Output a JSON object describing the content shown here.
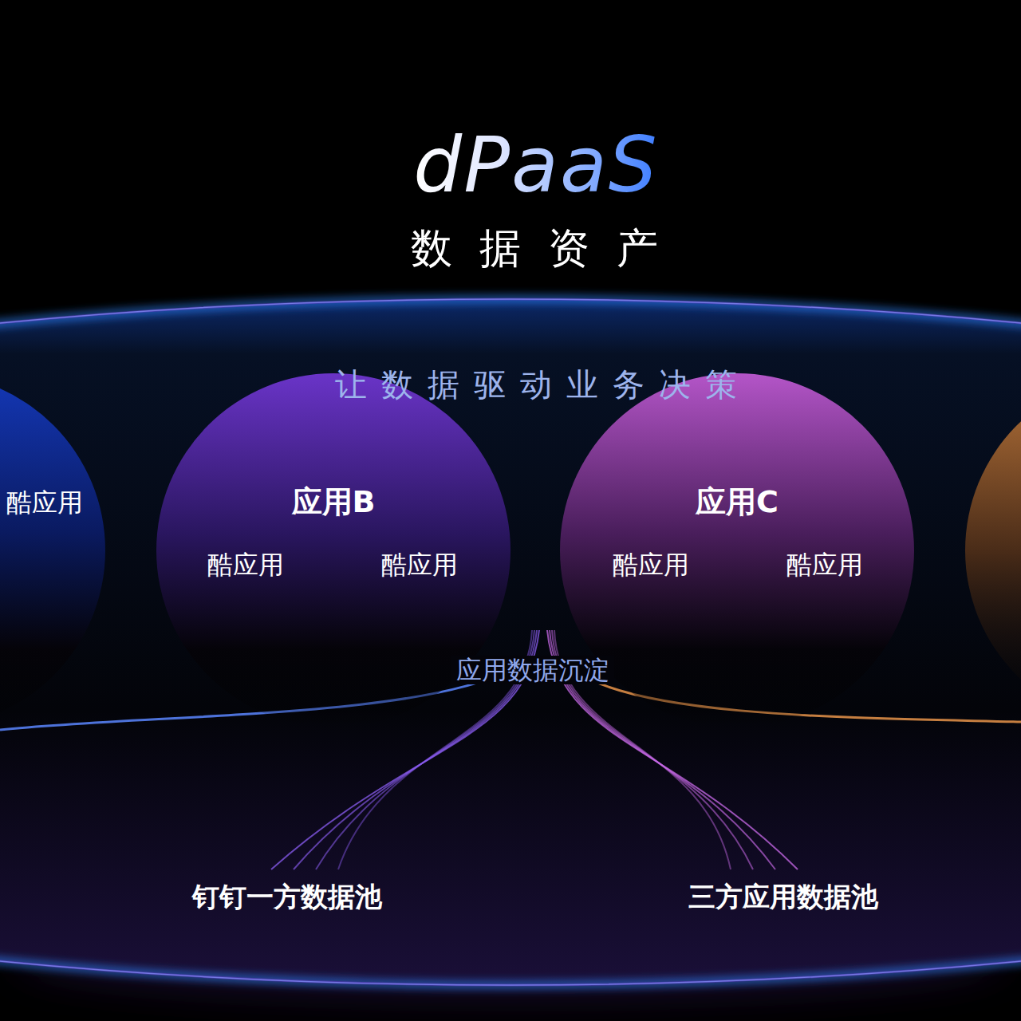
{
  "diagram": {
    "title": "dPaaS",
    "nodes": [
      {
        "text": [
          "让数据驱动业务决策"
        ]
      },
      {
        "text": [
          "酷应用"
        ],
        "in": 0
      },
      {
        "text": [
          "应用B",
          "酷应用",
          "酷应用"
        ],
        "in": 0
      },
      {
        "text": [
          "应用C",
          "酷应用",
          "酷应用"
        ],
        "in": 0
      }
    ],
    "labels": [
      "数据资产",
      "应用数据沉淀",
      "钉钉一方数据池",
      "三方应用数据池"
    ]
  }
}
